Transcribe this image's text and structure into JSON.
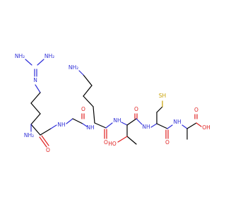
{
  "colors": {
    "carbon_bond": "#000000",
    "nitrogen": "#3030d8",
    "oxygen": "#e02020",
    "sulfur": "#c8a000",
    "background": "#ffffff"
  },
  "atom_labels": {
    "guanidine_nh2_a": "NH₂",
    "guanidine_nh2_b": "NH₂",
    "guanidine_n": "N",
    "arg_alpha_nh2": "NH₂",
    "lys_side_nh2": "NH₂",
    "amide_nh_1": "NH",
    "amide_nh_2": "NH",
    "amide_nh_3": "NH",
    "amide_nh_4": "NH",
    "amide_nh_5": "NH",
    "carbonyl_o_1": "O",
    "carbonyl_o_2": "O",
    "carbonyl_o_3": "O",
    "carbonyl_o_4": "O",
    "carbonyl_o_5": "O",
    "thr_ho": "HO",
    "cys_sh": "SH",
    "acid_o": "O",
    "acid_oh": "OH"
  }
}
